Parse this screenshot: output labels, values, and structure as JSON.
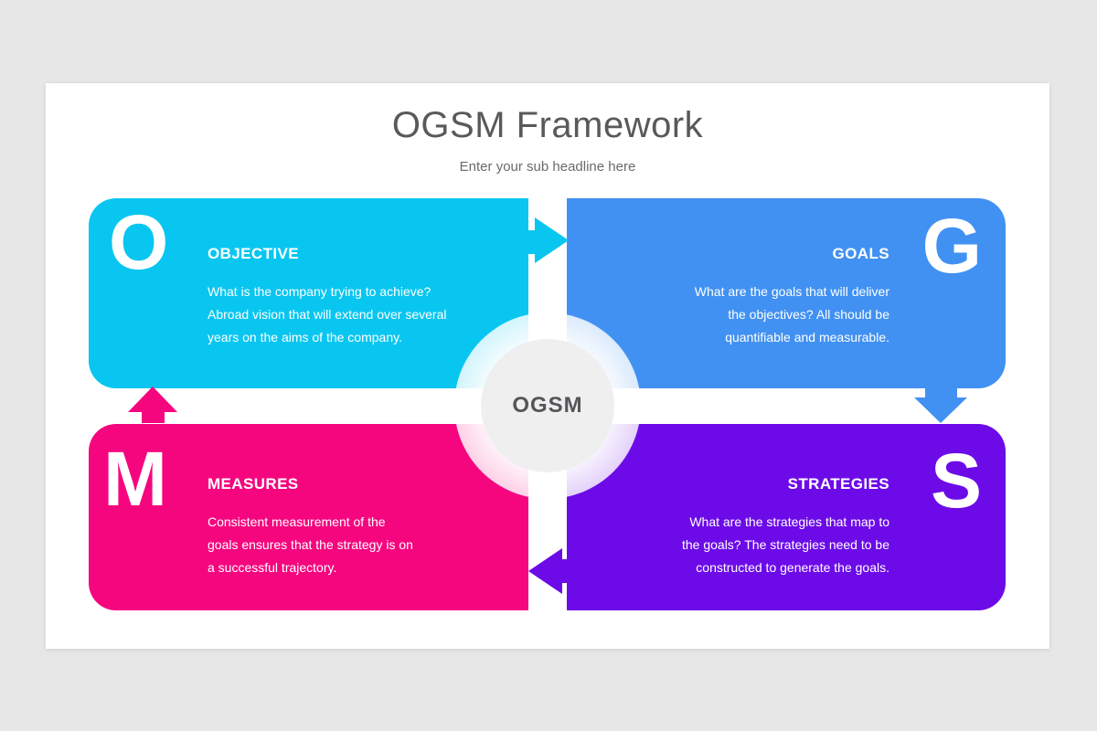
{
  "slide": {
    "title": "OGSM Framework",
    "subtitle": "Enter your sub headline here",
    "background_color": "#E7E7E8",
    "card_color": "#FFFFFF",
    "title_color": "#58595B"
  },
  "center": {
    "label": "OGSM",
    "circle_color": "#EFEFEF"
  },
  "blocks": {
    "objective": {
      "letter": "O",
      "title": "OBJECTIVE",
      "color": "#09C6F0",
      "lines": [
        "What is the company trying to achieve?",
        "Abroad vision that will extend over several",
        "years on the aims of the company."
      ]
    },
    "goals": {
      "letter": "G",
      "title": "GOALS",
      "color": "#4191F2",
      "lines": [
        "What are the goals that will deliver",
        "the objectives? All should be",
        "quantifiable and measurable."
      ]
    },
    "measures": {
      "letter": "M",
      "title": "MEASURES",
      "color": "#F5067F",
      "lines": [
        "Consistent measurement of the",
        "goals ensures that the strategy is on",
        "a successful trajectory."
      ]
    },
    "strategies": {
      "letter": "S",
      "title": "STRATEGIES",
      "color": "#6C0BE8",
      "lines": [
        "What are the strategies that map to",
        "the goals? The strategies need to be",
        "constructed to generate the goals."
      ]
    }
  },
  "arrows": {
    "objective_to_goals": {
      "direction": "right",
      "color": "#09C6F0"
    },
    "goals_to_strategies": {
      "direction": "down",
      "color": "#4191F2"
    },
    "strategies_to_measures": {
      "direction": "left",
      "color": "#6C0BE8"
    },
    "measures_to_objective": {
      "direction": "up",
      "color": "#F5067F"
    }
  }
}
